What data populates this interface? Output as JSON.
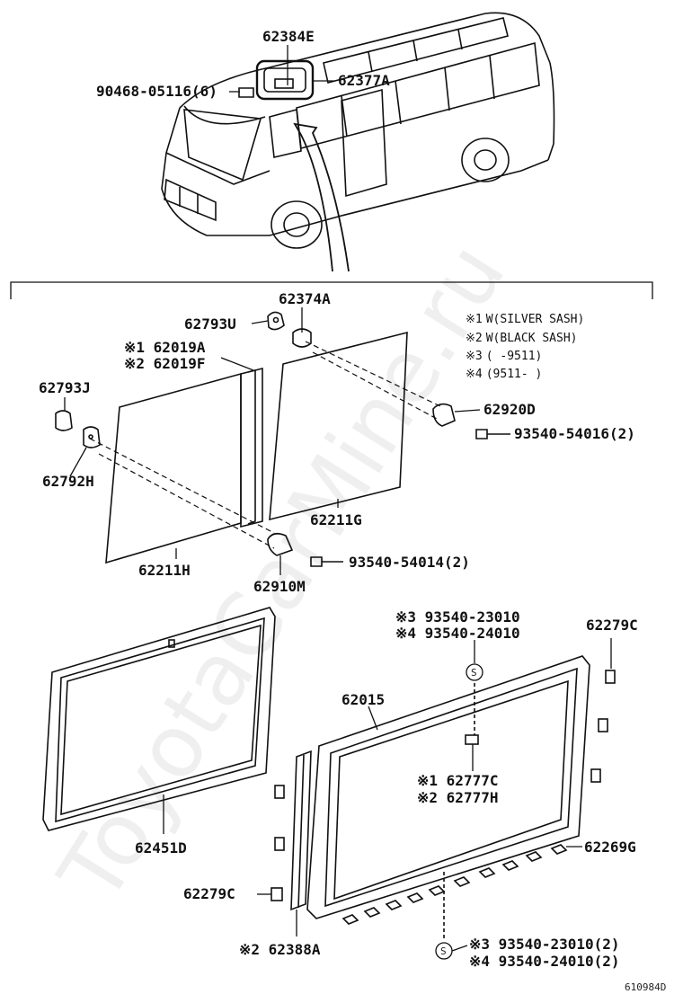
{
  "watermark": "ToyotaCarMine.ru",
  "diagram_code": "610984D",
  "notes": [
    {
      "mark": "※1",
      "text": "W(SILVER SASH)"
    },
    {
      "mark": "※2",
      "text": "W(BLACK SASH)"
    },
    {
      "mark": "※3",
      "text": "(      -9511)"
    },
    {
      "mark": "※4",
      "text": "(9511-      )"
    }
  ],
  "labels": {
    "p62384E": "62384E",
    "p62377A": "62377A",
    "p90468": "90468-05116(6)",
    "p62374A": "62374A",
    "p62793U": "62793U",
    "p62019A": "※1 62019A",
    "p62019F": "※2 62019F",
    "p62793J": "62793J",
    "p62920D": "62920D",
    "p93540_54016": "93540-54016(2)",
    "p62792H": "62792H",
    "p62211G": "62211G",
    "p62211H": "62211H",
    "p93540_54014": "93540-54014(2)",
    "p62910M": "62910M",
    "p93540_23010_top": "※3 93540-23010",
    "p93540_24010_top": "※4 93540-24010",
    "p62279C_right": "62279C",
    "p62015": "62015",
    "p62777C": "※1 62777C",
    "p62777H": "※2 62777H",
    "p62451D": "62451D",
    "p62269G": "62269G",
    "p62279C_left": "62279C",
    "p62388A": "※2 62388A",
    "p93540_23010_bot": "※3 93540-23010(2)",
    "p93540_24010_bot": "※4 93540-24010(2)",
    "screw_mark": "S"
  }
}
